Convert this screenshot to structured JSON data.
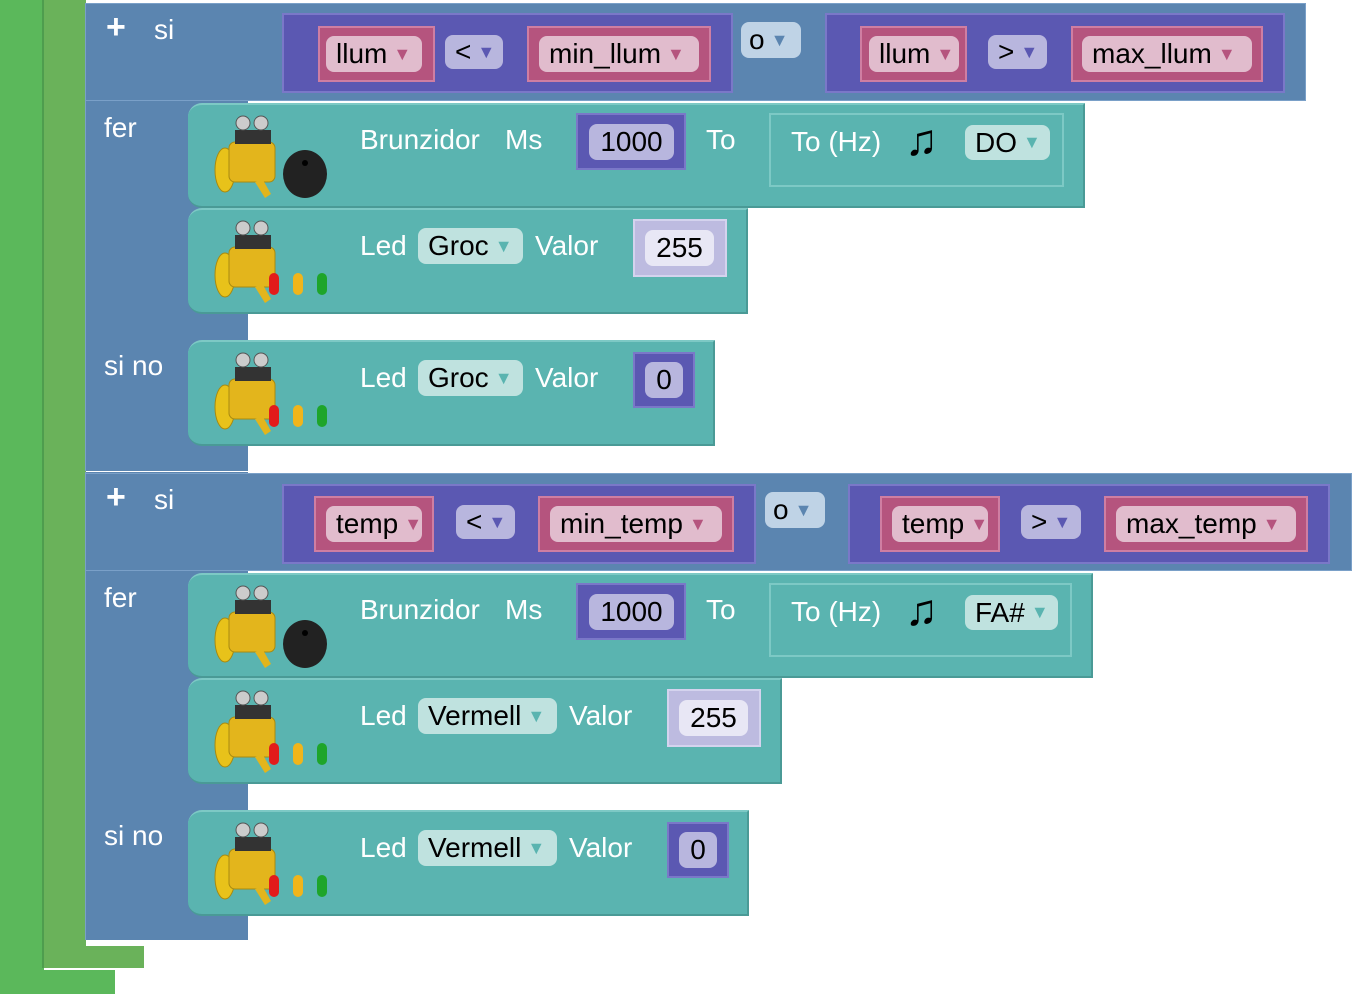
{
  "blocks": [
    {
      "if_label": "si",
      "do_label": "fer",
      "else_label": "si no",
      "condition": {
        "left": {
          "var": "llum",
          "op": "<",
          "var2": "min_llum"
        },
        "logic_op": "o",
        "right": {
          "var": "llum",
          "op": ">",
          "var2": "max_llum"
        }
      },
      "buzzer": {
        "label": "Brunzidor",
        "ms_label": "Ms",
        "ms_value": "1000",
        "to_label": "To",
        "hz_label": "To (Hz)",
        "note": "DO"
      },
      "led_on": {
        "label": "Led",
        "color": "Groc",
        "valor_label": "Valor",
        "value": "255"
      },
      "led_off": {
        "label": "Led",
        "color": "Groc",
        "valor_label": "Valor",
        "value": "0"
      }
    },
    {
      "if_label": "si",
      "do_label": "fer",
      "else_label": "si no",
      "condition": {
        "left": {
          "var": "temp",
          "op": "<",
          "var2": "min_temp"
        },
        "logic_op": "o",
        "right": {
          "var": "temp",
          "op": ">",
          "var2": "max_temp"
        }
      },
      "buzzer": {
        "label": "Brunzidor",
        "ms_label": "Ms",
        "ms_value": "1000",
        "to_label": "To",
        "hz_label": "To (Hz)",
        "note": "FA#"
      },
      "led_on": {
        "label": "Led",
        "color": "Vermell",
        "valor_label": "Valor",
        "value": "255"
      },
      "led_off": {
        "label": "Led",
        "color": "Vermell",
        "valor_label": "Valor",
        "value": "0"
      }
    }
  ],
  "icons": {
    "plus": "plus-icon",
    "note": "music-note-icon",
    "dropdown": "triangle-down-icon"
  },
  "colors": {
    "loop": "#5bb85b",
    "if": "#5b85b0",
    "compare": "#5b58b2",
    "variable": "#b5547e",
    "robot_block": "#5ab4b0"
  }
}
